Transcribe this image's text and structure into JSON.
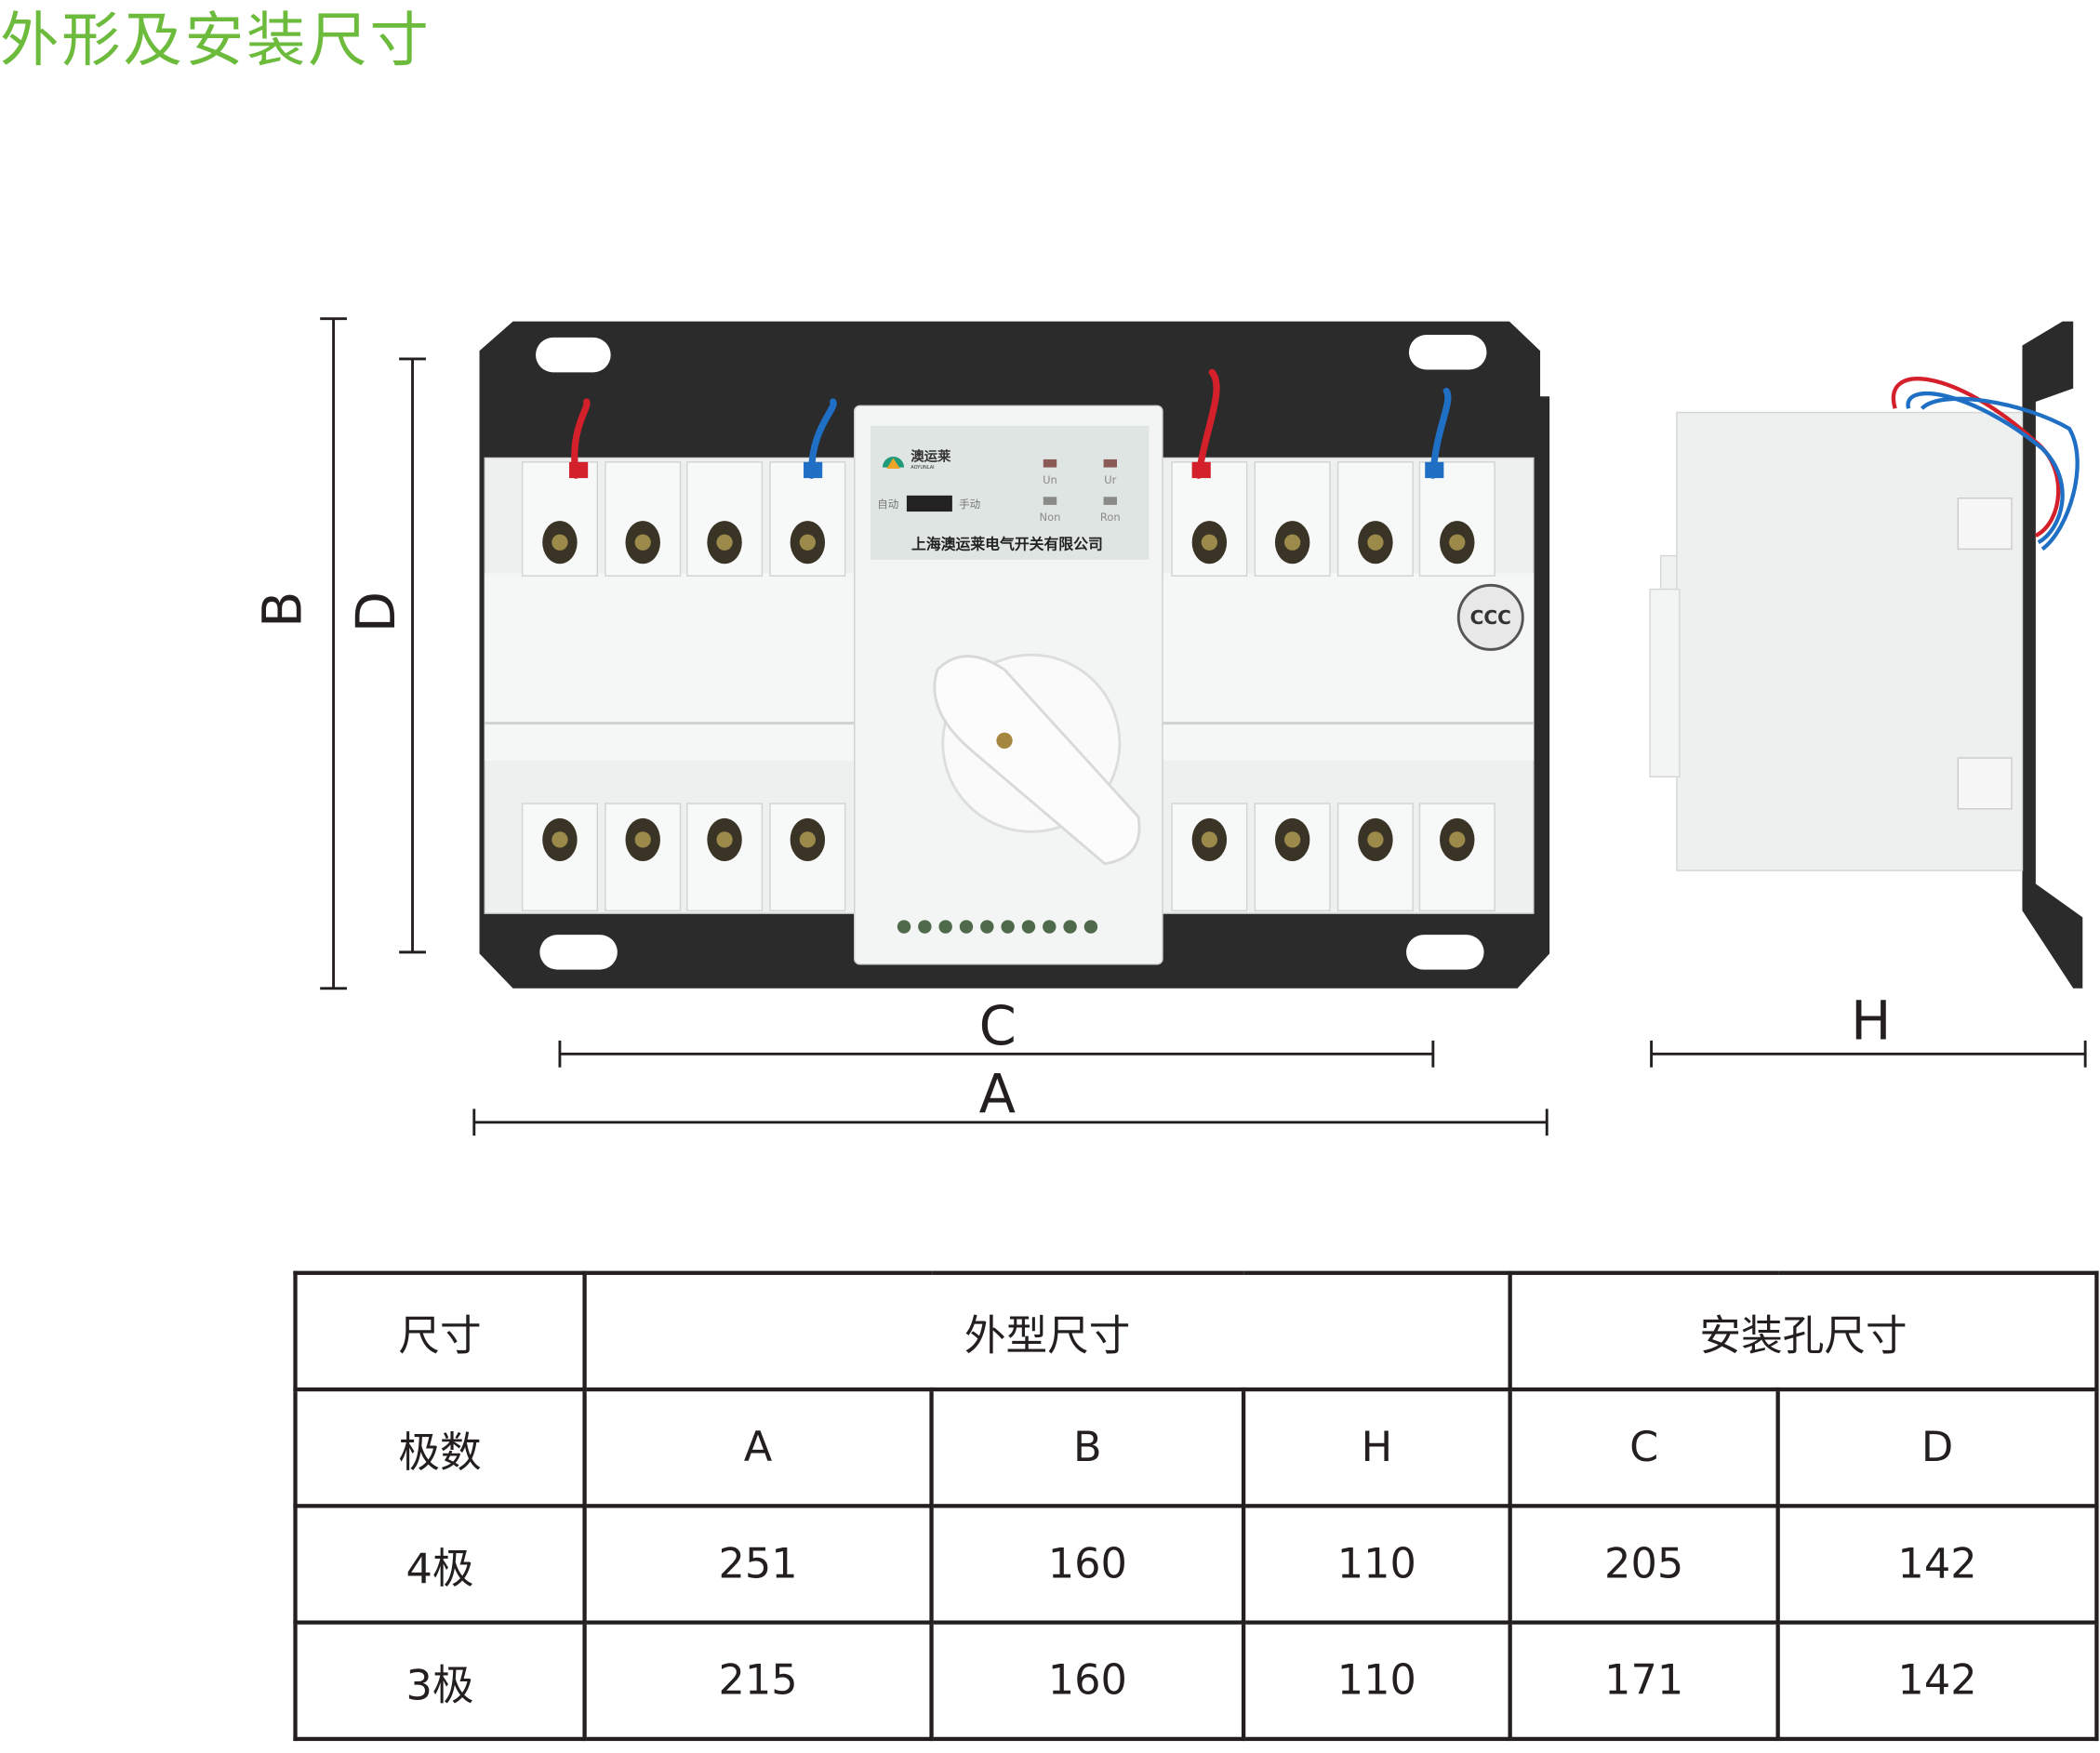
{
  "title": "外形及安装尺寸",
  "dimensions": {
    "A": "A",
    "B": "B",
    "C": "C",
    "D": "D",
    "H": "H"
  },
  "panel": {
    "brand": "澳运莱",
    "brand_latin": "AOYUNLAI",
    "auto": "自动",
    "manual": "手动",
    "indicators": [
      "Un",
      "Ur",
      "Non",
      "Ron"
    ],
    "company": "上海澳运莱电气开关有限公司"
  },
  "colors": {
    "title": "#6cbb3c",
    "plate": "#2b2b2b",
    "body": "#f2f3f3",
    "wire_red": "#d4202a",
    "wire_blue": "#1f6fc4"
  },
  "table": {
    "header_row1": [
      "尺寸",
      "外型尺寸",
      "安装孔尺寸"
    ],
    "header_row2": [
      "极数",
      "A",
      "B",
      "H",
      "C",
      "D"
    ],
    "rows": [
      [
        "4极",
        "251",
        "160",
        "110",
        "205",
        "142"
      ],
      [
        "3极",
        "215",
        "160",
        "110",
        "171",
        "142"
      ]
    ]
  }
}
